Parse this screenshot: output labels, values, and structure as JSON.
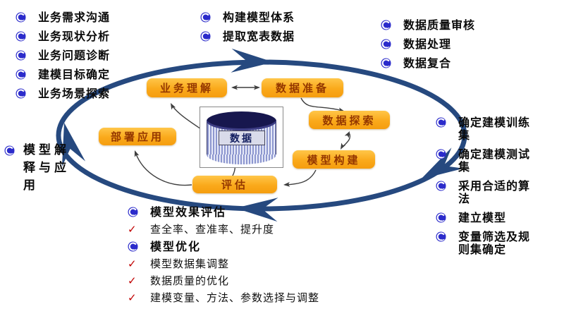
{
  "colors": {
    "cycle_blue": "#26497F",
    "node_orange": "#FBAC18",
    "node_text_brown": "#943700",
    "bullet_blue": "#2B2BCB",
    "check_red": "#C00000",
    "db_navy": "#17174E"
  },
  "icons": {
    "bullet": "circular-arrow",
    "check_glyph": "✓"
  },
  "lists": {
    "top_left": {
      "items": [
        "业务需求沟通",
        "业务现状分析",
        "业务问题诊断",
        "建模目标确定",
        "业务场景探索"
      ]
    },
    "top_middle": {
      "items": [
        "构建模型体系",
        "提取宽表数据"
      ]
    },
    "top_right": {
      "items": [
        "数据质量审核",
        "数据处理",
        "数据复合"
      ]
    },
    "right": {
      "items": [
        "确定建模训练集",
        "确定建模测试集",
        "采用合适的算法",
        "建立模型",
        "变量筛选及规则集确定"
      ]
    },
    "left": {
      "text": "模型解释与应用"
    },
    "bottom": {
      "items": [
        {
          "text": "模型效果评估",
          "bullet": "arrow"
        },
        {
          "text": "查全率、查准率、提升度",
          "bullet": "check"
        },
        {
          "text": "模型优化",
          "bullet": "arrow"
        },
        {
          "text": "模型数据集调整",
          "bullet": "check"
        },
        {
          "text": "数据质量的优化",
          "bullet": "check"
        },
        {
          "text": "建模变量、方法、参数选择与调整",
          "bullet": "check"
        }
      ]
    }
  },
  "cycle": {
    "nodes": {
      "business_understanding": "业务理解",
      "data_preparation": "数据准备",
      "data_exploration": "数据探索",
      "model_building": "模型构建",
      "evaluation": "评估",
      "deployment": "部署应用"
    },
    "center": {
      "label": "数据"
    }
  }
}
